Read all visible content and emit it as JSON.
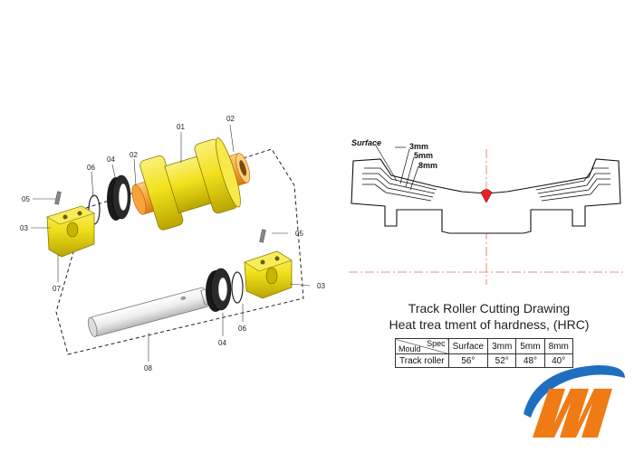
{
  "exploded_view": {
    "callouts": [
      "01",
      "02",
      "02",
      "04",
      "06",
      "05",
      "03",
      "07",
      "05",
      "03",
      "06",
      "04",
      "08"
    ]
  },
  "cutting_drawing": {
    "labels": {
      "surface": "Surface",
      "d3": "3mm",
      "d5": "5mm",
      "d8": "8mm"
    },
    "title": "Track Roller Cutting Drawing",
    "subtitle": "Heat trea tment of hardness, (HRC)"
  },
  "hardness_table": {
    "corner_top": "Spec",
    "corner_bottom": "Mould",
    "headers": [
      "Surface",
      "3mm",
      "5mm",
      "8mm"
    ],
    "row_label": "Track roller",
    "values": [
      "56°",
      "52°",
      "48°",
      "40°"
    ]
  },
  "colors": {
    "part_yellow": "#f2e11c",
    "part_shade": "#c9b400",
    "seal_black": "#1a1a1a",
    "logo_blue": "#1f6fc1",
    "logo_orange": "#f07b14",
    "centerline": "#e07050",
    "hardened_point": "#e8202a"
  },
  "logo": {
    "icon": "m-swoosh-logo"
  }
}
